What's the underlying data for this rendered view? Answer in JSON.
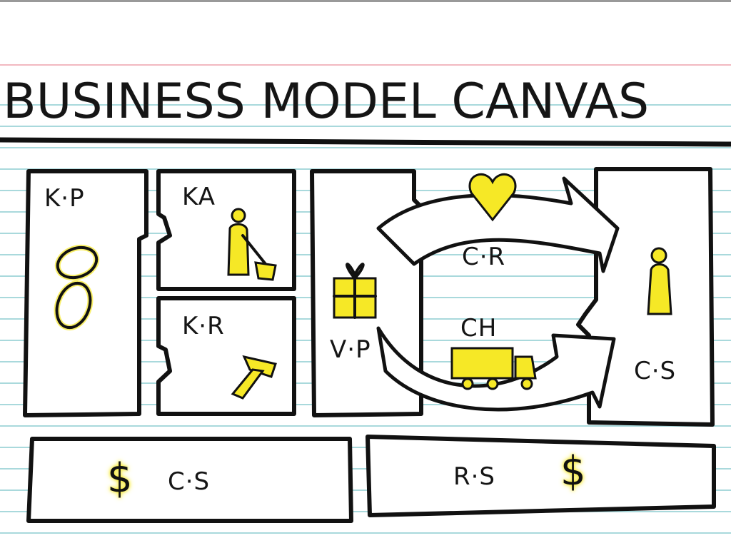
{
  "title": "BUSINESS MODEL CANVAS",
  "blocks": {
    "key_partners": "K·P",
    "key_activities": "KA",
    "key_resources": "K·R",
    "value_proposition": "V·P",
    "customer_relationships": "C·R",
    "channels": "CH",
    "customer_segments": "C·S",
    "cost_structure": "C·S",
    "revenue_streams": "R·S"
  },
  "symbols": {
    "cost_dollar": "$",
    "revenue_dollar": "$"
  },
  "colors": {
    "ink": "#111111",
    "highlight": "#f6e826",
    "rule_blue": "#a9d9dc",
    "rule_pink": "#f2b8c0"
  }
}
